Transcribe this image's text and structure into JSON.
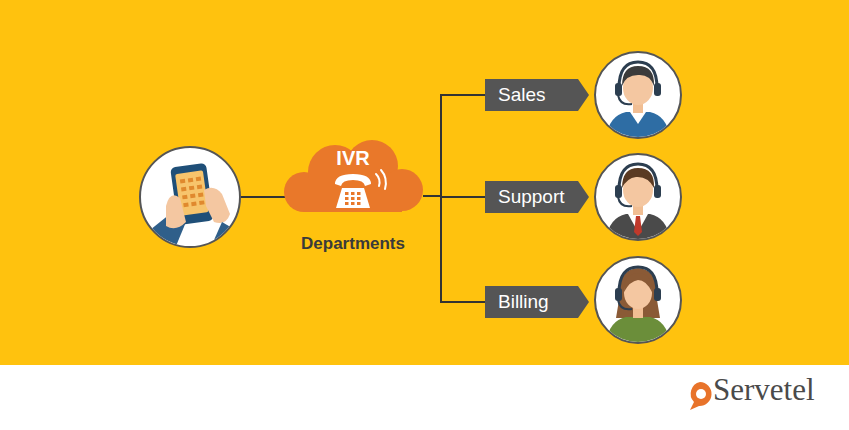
{
  "diagram": {
    "nodes": [
      {
        "text": [
          "IVR",
          "Departments"
        ]
      },
      {
        "text": [
          "Sales"
        ]
      },
      {
        "text": [
          "Support"
        ]
      },
      {
        "text": [
          "Billing"
        ]
      }
    ],
    "edges": [
      {
        "from": 0,
        "to": 1,
        "arrow": "none"
      },
      {
        "from": 0,
        "to": 2,
        "arrow": "none"
      },
      {
        "from": 0,
        "to": 3,
        "arrow": "none"
      }
    ],
    "labels": [
      "Servetel"
    ]
  }
}
